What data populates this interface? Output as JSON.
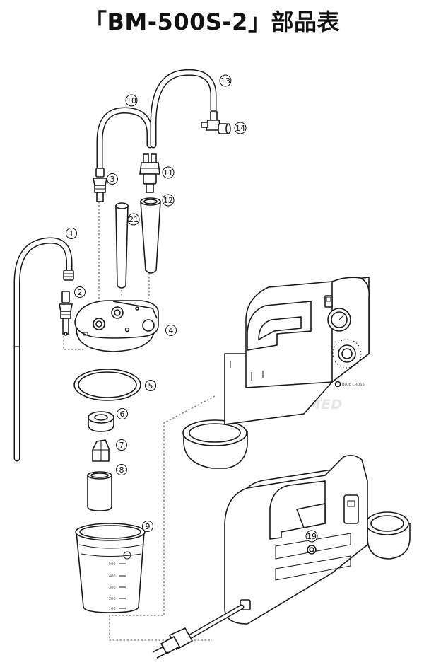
{
  "title": "「BM-500S-2」部品表",
  "callouts": {
    "c1": "1",
    "c2": "2",
    "c3": "3",
    "c4": "4",
    "c5": "5",
    "c6": "6",
    "c7": "7",
    "c8": "8",
    "c9": "9",
    "c10": "10",
    "c11": "11",
    "c12": "12",
    "c13": "13",
    "c14": "14",
    "c19": "19",
    "c21": "21"
  },
  "watermark": "KAMEDA-MED",
  "device": {
    "brand": "BLUE CROSS"
  },
  "beaker": {
    "scale": [
      "500",
      "400",
      "300",
      "200",
      "100"
    ]
  }
}
